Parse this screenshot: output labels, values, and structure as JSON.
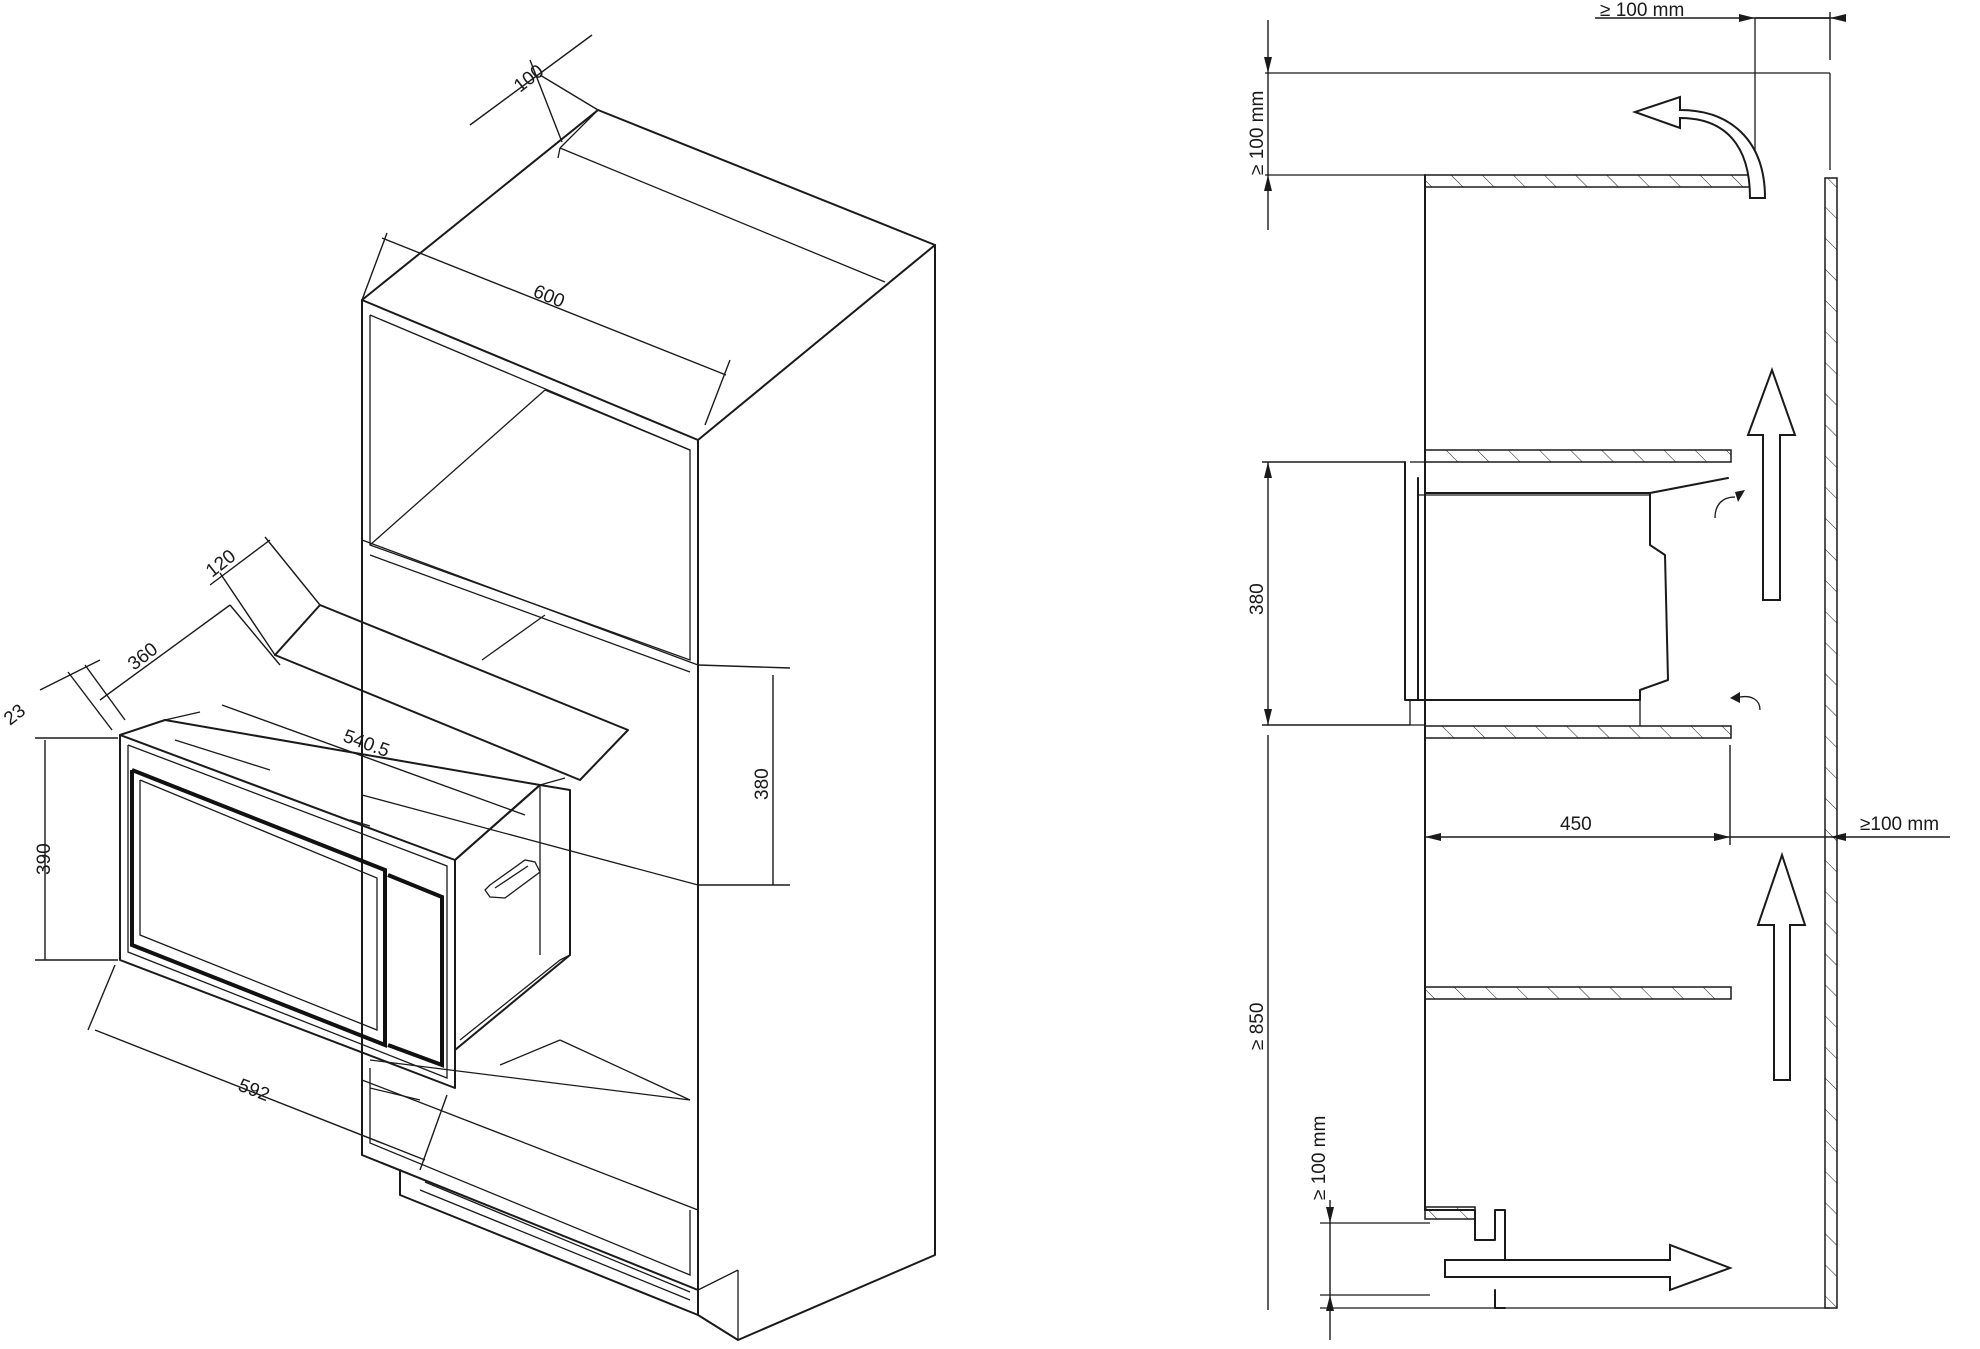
{
  "isometric": {
    "dim_cabinet_top_depth": "100",
    "dim_cabinet_width": "600",
    "dim_mw_depth_upper": "120",
    "dim_mw_depth": "360",
    "dim_frame_thickness": "23",
    "dim_inner_width": "540.5",
    "dim_niche_height": "380",
    "dim_frame_height": "390",
    "dim_frame_width": "592"
  },
  "section": {
    "dim_top_gap": "≥ 100   mm",
    "dim_top_height": "≥ 100 mm",
    "dim_niche_height": "380",
    "dim_shelf_depth": "450",
    "dim_rear_gap": "≥100 mm",
    "dim_floor_height": "≥ 850",
    "dim_plinth_gap": "≥  100   mm"
  }
}
